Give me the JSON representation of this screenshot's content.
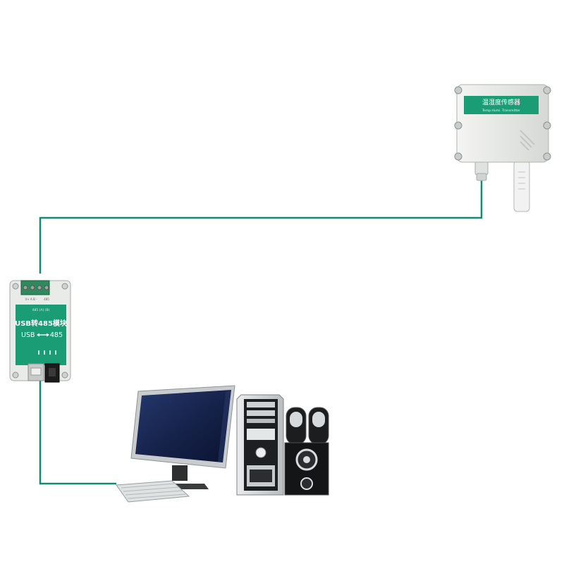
{
  "sensor": {
    "title": "温湿度传感器",
    "subtitle": "Temp.Humi. Transmitter"
  },
  "converter": {
    "terminal_left": "V+ A B -",
    "terminal_right": "485",
    "pin_row": "485 (A) (B)",
    "title": "USB转485模块",
    "usb_label": "USB",
    "rs485_label": "485"
  },
  "colors": {
    "cable": "#138a73",
    "panel_green": "#1a9c74",
    "casing": "#e6e8e4",
    "monitor_frame": "#c9ccce",
    "screen": "#1b2a55"
  }
}
